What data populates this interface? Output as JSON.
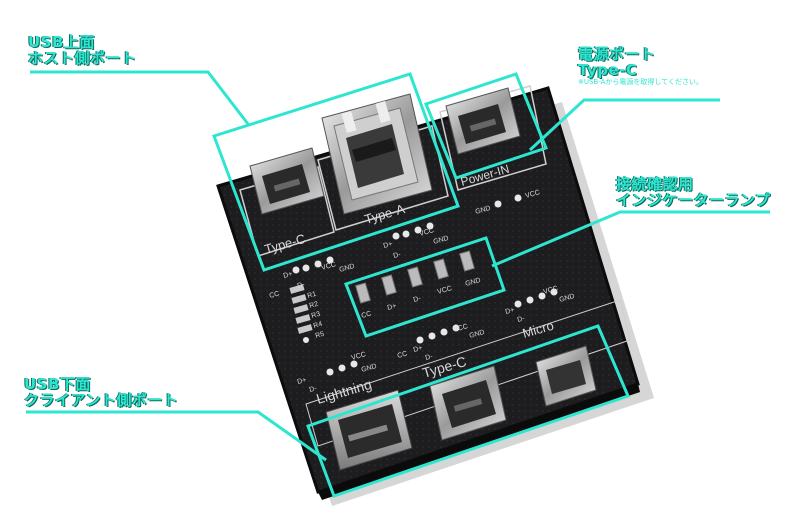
{
  "callouts": {
    "host": {
      "line1": "USB上面",
      "line2": "ホスト側ポート"
    },
    "power": {
      "line1": "電源ポート",
      "line2": "Type-C",
      "note": "※USB-Aから電源を取得してください。"
    },
    "indicator": {
      "line1": "接続確認用",
      "line2": "インジケーターランプ"
    },
    "client": {
      "line1": "USB下面",
      "line2": "クライアント側ポート"
    }
  },
  "board": {
    "labels": {
      "type_c_top": "Type-C",
      "type_a": "Type-A",
      "power_in": "Power-IN",
      "lightning": "Lightning",
      "type_c_bottom": "Type-C",
      "micro": "Micro"
    },
    "pins": {
      "gnd": "GND",
      "vcc": "VCC",
      "dplus": "D+",
      "dminus": "D-",
      "cc": "CC"
    },
    "resistors": [
      "R1",
      "R2",
      "R3",
      "R4",
      "R5"
    ],
    "leds": [
      "CC",
      "D+",
      "D-",
      "VCC",
      "GND"
    ]
  },
  "colors": {
    "accent": "#2ee6cf",
    "board": "#1b1b1d",
    "silk": "#d8d8d8"
  }
}
